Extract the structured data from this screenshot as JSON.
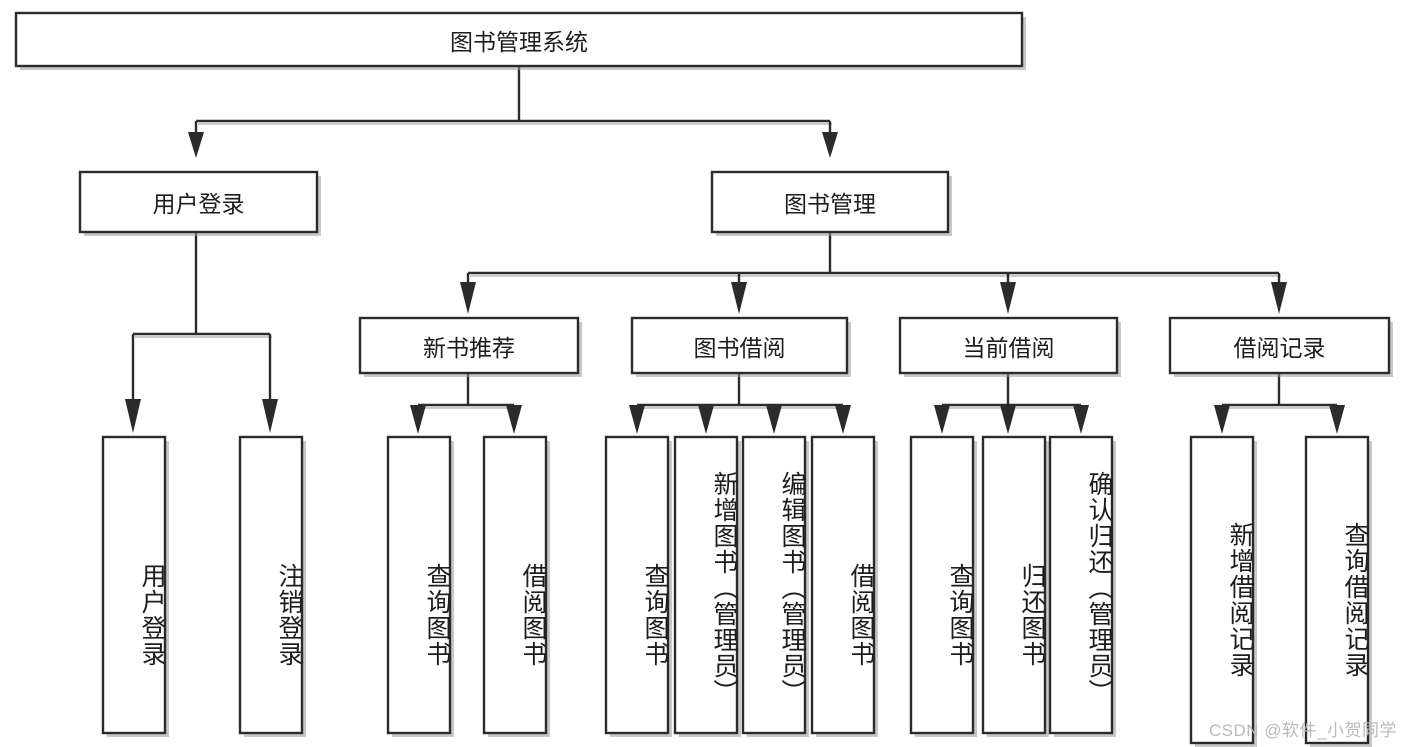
{
  "diagram": {
    "type": "tree-hierarchy",
    "title": "图书管理系统",
    "watermark": "CSDN @软件_小贺同学",
    "levels": 4,
    "root": {
      "id": "root",
      "label": "图书管理系统",
      "orientation": "horizontal"
    },
    "level2": [
      {
        "id": "user-login",
        "label": "用户登录",
        "orientation": "horizontal"
      },
      {
        "id": "book-manage",
        "label": "图书管理",
        "orientation": "horizontal"
      }
    ],
    "level3": [
      {
        "id": "new-book-recommend",
        "label": "新书推荐",
        "orientation": "horizontal",
        "parent": "book-manage"
      },
      {
        "id": "book-borrow",
        "label": "图书借阅",
        "orientation": "horizontal",
        "parent": "book-manage"
      },
      {
        "id": "current-borrow",
        "label": "当前借阅",
        "orientation": "horizontal",
        "parent": "book-manage"
      },
      {
        "id": "borrow-record",
        "label": "借阅记录",
        "orientation": "horizontal",
        "parent": "book-manage"
      }
    ],
    "leaves": [
      {
        "id": "leaf-user-login",
        "label": "用户登录",
        "parent": "user-login",
        "orientation": "vertical"
      },
      {
        "id": "leaf-user-logout",
        "label": "注销登录",
        "parent": "user-login",
        "orientation": "vertical"
      },
      {
        "id": "leaf-query-book-1",
        "label": "查询图书",
        "parent": "new-book-recommend",
        "orientation": "vertical"
      },
      {
        "id": "leaf-borrow-book-1",
        "label": "借阅图书",
        "parent": "new-book-recommend",
        "orientation": "vertical"
      },
      {
        "id": "leaf-query-book-2",
        "label": "查询图书",
        "parent": "book-borrow",
        "orientation": "vertical"
      },
      {
        "id": "leaf-add-book",
        "label": "新增图书（管理员）",
        "parent": "book-borrow",
        "orientation": "vertical"
      },
      {
        "id": "leaf-edit-book",
        "label": "编辑图书（管理员）",
        "parent": "book-borrow",
        "orientation": "vertical"
      },
      {
        "id": "leaf-borrow-book-2",
        "label": "借阅图书",
        "parent": "book-borrow",
        "orientation": "vertical"
      },
      {
        "id": "leaf-query-book-3",
        "label": "查询图书",
        "parent": "current-borrow",
        "orientation": "vertical"
      },
      {
        "id": "leaf-return-book",
        "label": "归还图书",
        "parent": "current-borrow",
        "orientation": "vertical"
      },
      {
        "id": "leaf-confirm-return",
        "label": "确认归还（管理员）",
        "parent": "current-borrow",
        "orientation": "vertical"
      },
      {
        "id": "leaf-add-record",
        "label": "新增借阅记录",
        "parent": "borrow-record",
        "orientation": "vertical"
      },
      {
        "id": "leaf-query-record",
        "label": "查询借阅记录",
        "parent": "borrow-record",
        "orientation": "vertical"
      }
    ],
    "colors": {
      "box_fill": "#ffffff",
      "box_stroke": "#2b2b2b",
      "text": "#1d1d1d",
      "shadow": "#9a9a9a",
      "watermark": "#b9b9b9",
      "background": "#ffffff"
    }
  }
}
